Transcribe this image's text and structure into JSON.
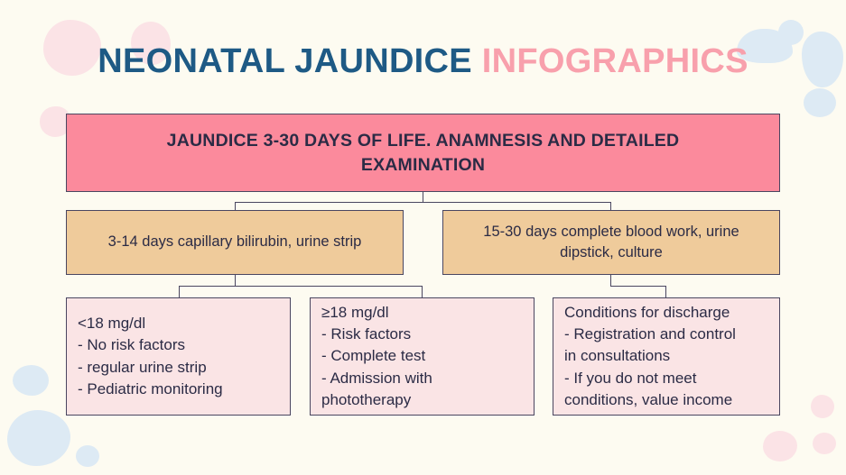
{
  "slide": {
    "background_color": "#FDFBF1",
    "title": {
      "main": "NEONATAL JAUNDICE ",
      "accent": "INFOGRAPHICS",
      "main_color": "#1E5A85",
      "accent_color": "#F8A0AC"
    }
  },
  "flowchart": {
    "header": {
      "text": "JAUNDICE 3-30 DAYS OF LIFE. ANAMNESIS AND DETAILED EXAMINATION",
      "fill_color": "#FB8A9C",
      "text_color": "#2B2B45"
    },
    "branches": [
      {
        "label": "3-14 days capillary bilirubin, urine strip",
        "fill_color": "#EFCB9B"
      },
      {
        "label": "15-30 days complete blood work, urine dipstick, culture",
        "fill_color": "#EFCB9B"
      }
    ],
    "outcomes": [
      {
        "fill_color": "#FAE4E5",
        "lines": [
          "<18 mg/dl",
          "- No risk factors",
          "- regular urine strip",
          "- Pediatric monitoring"
        ]
      },
      {
        "fill_color": "#FAE4E5",
        "lines": [
          "≥18 mg/dl",
          "- Risk factors",
          "- Complete test",
          "- Admission with",
          "phototherapy"
        ]
      },
      {
        "fill_color": "#FAE4E5",
        "lines": [
          "Conditions for discharge",
          "- Registration and control",
          "in consultations",
          "- If you do not meet",
          "conditions, value income"
        ]
      }
    ],
    "connector_color": "#4A4660"
  },
  "decorations": {
    "pink_blob_color": "#FBE3E6",
    "blue_blob_color": "#DDEAF4"
  }
}
